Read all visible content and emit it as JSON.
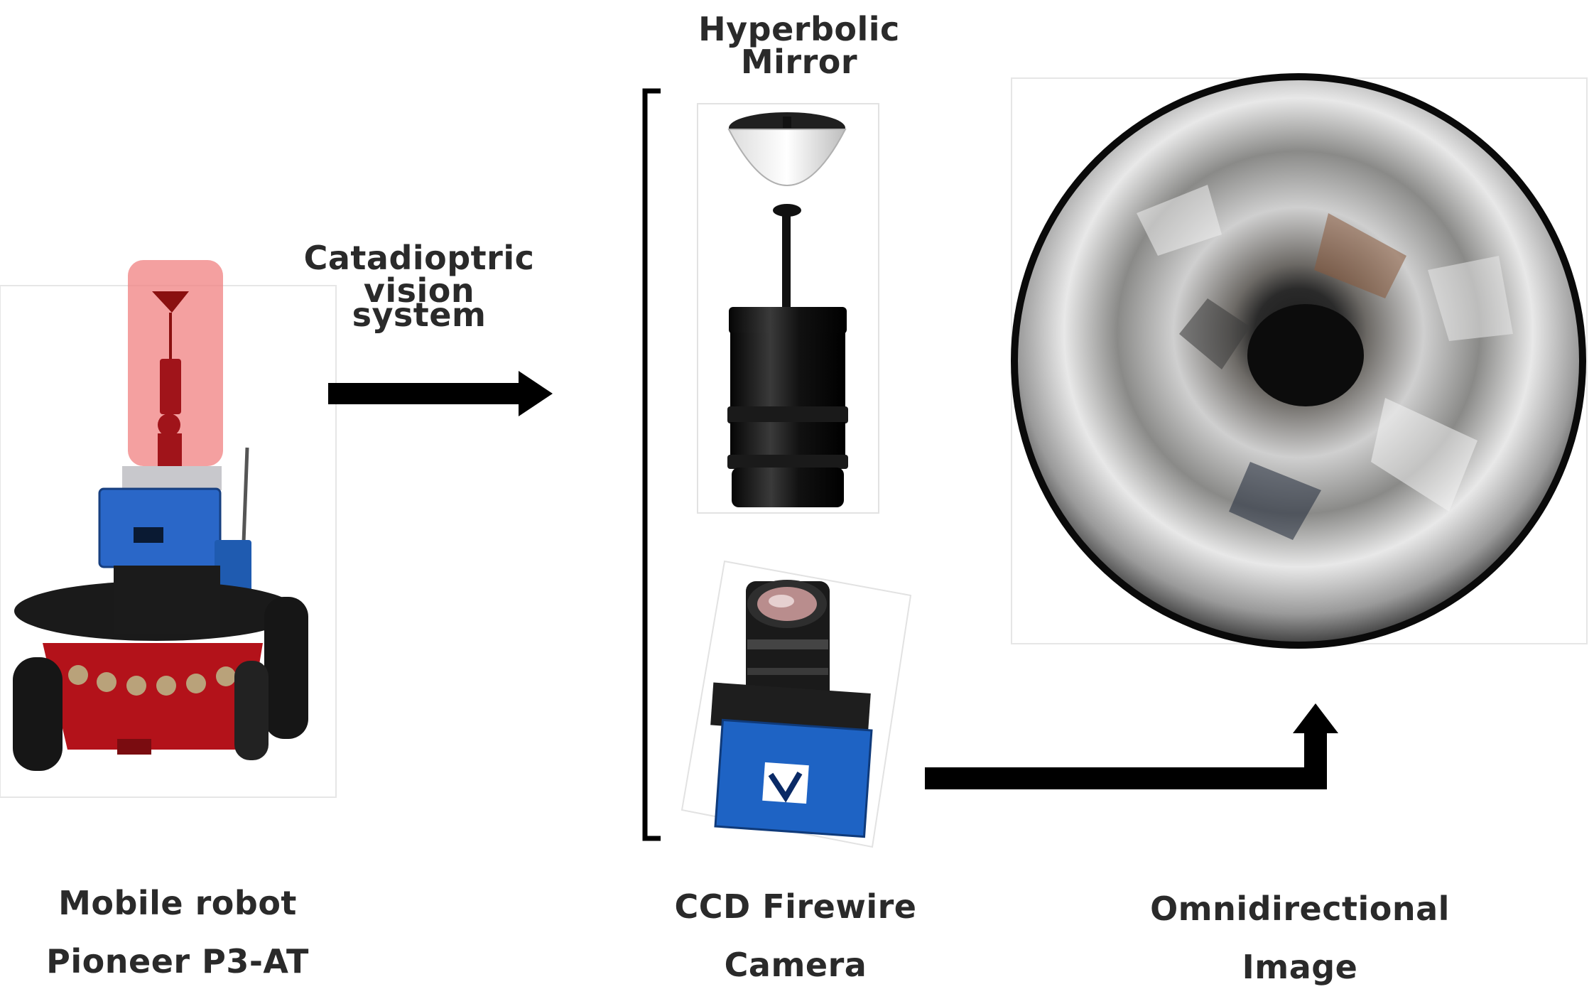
{
  "labels": {
    "hyperbolic_mirror": "Hyperbolic Mirror",
    "catadioptric_line1": "Catadioptric vision",
    "catadioptric_line2": "system",
    "mobile_robot_line1": "Mobile robot",
    "mobile_robot_line2": "Pioneer P3-AT",
    "ccd_line1": "CCD Firewire",
    "ccd_line2": "Camera",
    "omni_line1": "Omnidirectional",
    "omni_line2": "Image"
  },
  "colors": {
    "arrow": "#000000",
    "highlight": "#f08080",
    "robot_red": "#b3121a",
    "camera_blue": "#1e63c4"
  }
}
